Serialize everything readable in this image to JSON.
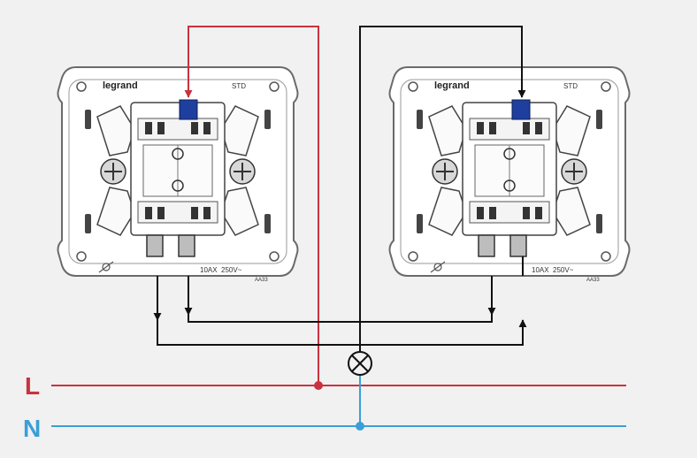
{
  "colors": {
    "background": "#f1f1f1",
    "live": "#c8323f",
    "neutral": "#3a9fd6",
    "wire": "#111111",
    "terminal_blue": "#1f3f9e",
    "module_fill": "#ffffff",
    "module_line": "#6a6a6a"
  },
  "legend": {
    "live_label": "L",
    "neutral_label": "N"
  },
  "switches": [
    {
      "brand": "legrand",
      "model": "STD",
      "rating_current": "10AX",
      "rating_voltage": "250V~",
      "code": "AA33"
    },
    {
      "brand": "legrand",
      "model": "STD",
      "rating_current": "10AX",
      "rating_voltage": "250V~",
      "code": "AA33"
    }
  ],
  "lamp": {
    "icon": "lamp-icon"
  }
}
